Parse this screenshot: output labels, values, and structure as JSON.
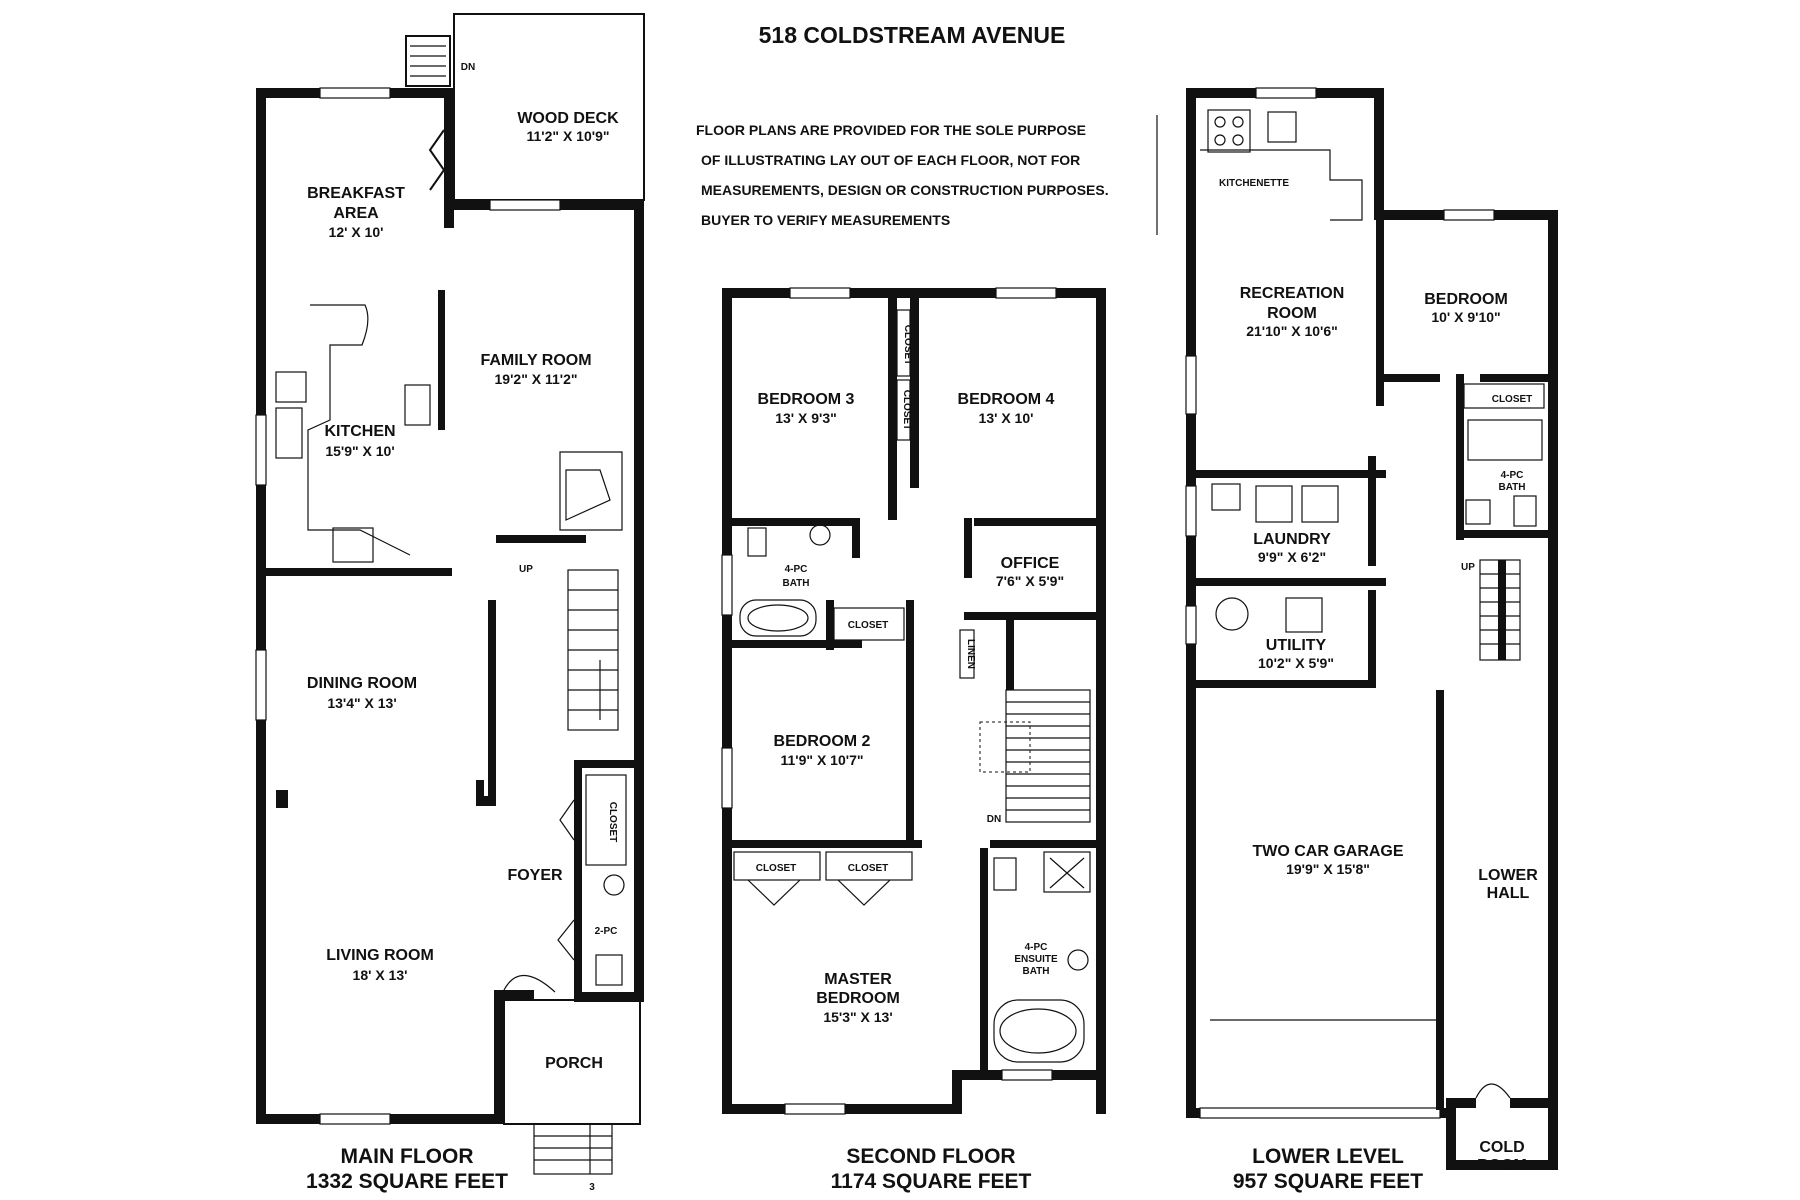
{
  "title": "518 COLDSTREAM AVENUE",
  "disclaimer": [
    "FLOOR PLANS ARE PROVIDED FOR THE SOLE PURPOSE",
    "OF ILLUSTRATING LAY OUT OF EACH FLOOR, NOT FOR",
    "MEASUREMENTS, DESIGN OR CONSTRUCTION PURPOSES.",
    "BUYER TO VERIFY MEASUREMENTS"
  ],
  "main_floor": {
    "caption": "MAIN FLOOR",
    "area": "1332 SQUARE FEET",
    "rooms": {
      "wood_deck": {
        "name": "WOOD DECK",
        "dim": "11'2\" X 10'9\""
      },
      "breakfast": {
        "name1": "BREAKFAST",
        "name2": "AREA",
        "dim": "12' X 10'"
      },
      "family": {
        "name": "FAMILY ROOM",
        "dim": "19'2\" X 11'2\""
      },
      "kitchen": {
        "name": "KITCHEN",
        "dim": "15'9\" X 10'"
      },
      "dining": {
        "name": "DINING ROOM",
        "dim": "13'4\" X 13'"
      },
      "living": {
        "name": "LIVING ROOM",
        "dim": "18' X 13'"
      },
      "foyer": {
        "name": "FOYER"
      },
      "porch": {
        "name": "PORCH"
      },
      "closet": {
        "name": "CLOSET"
      },
      "pc2": {
        "name": "2-PC"
      }
    },
    "marks": {
      "dn": "DN",
      "up": "UP",
      "step": "3"
    }
  },
  "second_floor": {
    "caption": "SECOND FLOOR",
    "area": "1174 SQUARE FEET",
    "rooms": {
      "bed3": {
        "name": "BEDROOM 3",
        "dim": "13' X 9'3\""
      },
      "bed4": {
        "name": "BEDROOM 4",
        "dim": "13' X 10'"
      },
      "bath": {
        "name1": "4-PC",
        "name2": "BATH"
      },
      "office": {
        "name": "OFFICE",
        "dim": "7'6\" X 5'9\""
      },
      "closet_mid": {
        "name": "CLOSET"
      },
      "linen": {
        "name": "LINEN"
      },
      "bed2": {
        "name": "BEDROOM 2",
        "dim": "11'9\" X 10'7\""
      },
      "closet_a": {
        "name": "CLOSET"
      },
      "closet_b": {
        "name": "CLOSET"
      },
      "closet_c": {
        "name": "CLOSET"
      },
      "closet_d": {
        "name": "CLOSET"
      },
      "master": {
        "name1": "MASTER",
        "name2": "BEDROOM",
        "dim": "15'3\" X 13'"
      },
      "ensuite": {
        "name1": "4-PC",
        "name2": "ENSUITE",
        "name3": "BATH"
      }
    },
    "marks": {
      "dn": "DN"
    }
  },
  "lower_level": {
    "caption": "LOWER LEVEL",
    "area": "957 SQUARE FEET",
    "rooms": {
      "kitchenette": {
        "name": "KITCHENETTE"
      },
      "recreation": {
        "name1": "RECREATION",
        "name2": "ROOM",
        "dim": "21'10\" X 10'6\""
      },
      "bedroom": {
        "name": "BEDROOM",
        "dim": "10' X 9'10\""
      },
      "closet": {
        "name": "CLOSET"
      },
      "bath": {
        "name1": "4-PC",
        "name2": "BATH"
      },
      "laundry": {
        "name": "LAUNDRY",
        "dim": "9'9\" X 6'2\""
      },
      "utility": {
        "name": "UTILITY",
        "dim": "10'2\" X 5'9\""
      },
      "garage": {
        "name": "TWO CAR GARAGE",
        "dim": "19'9\" X 15'8\""
      },
      "hall": {
        "name1": "LOWER",
        "name2": "HALL"
      },
      "cold": {
        "name1": "COLD",
        "name2": "ROOM"
      }
    },
    "marks": {
      "up": "UP"
    }
  }
}
